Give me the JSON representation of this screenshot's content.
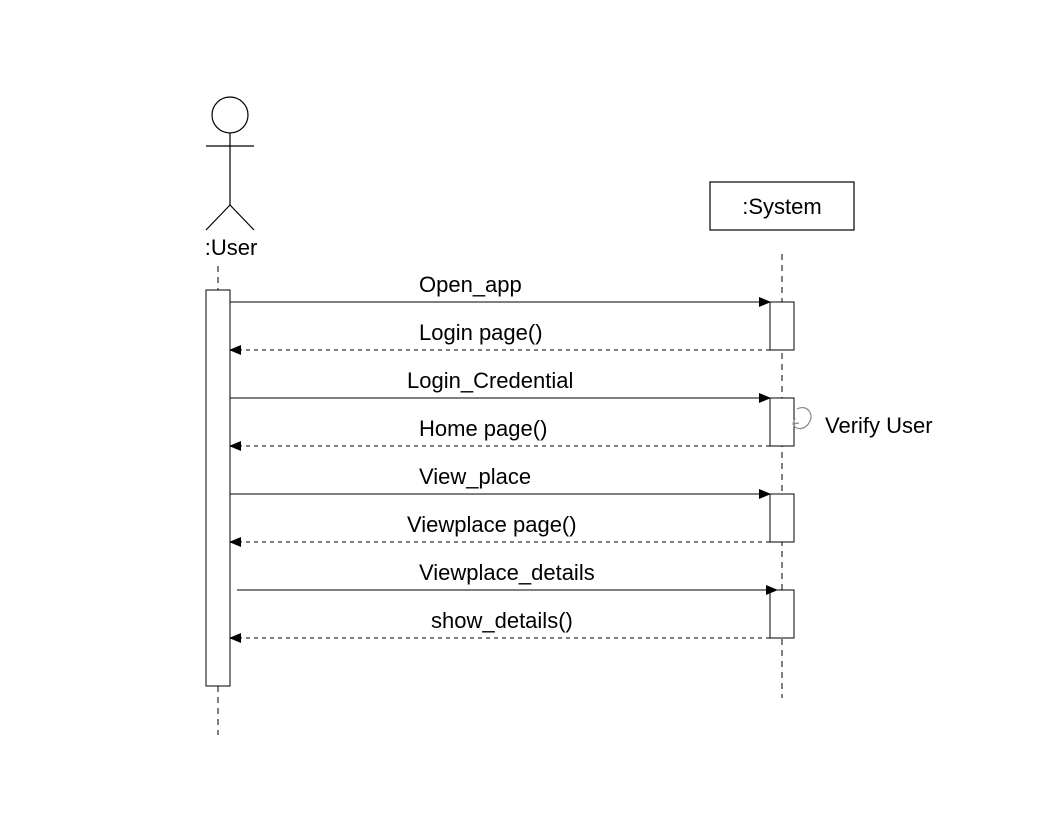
{
  "diagram": {
    "type": "sequence",
    "participants": {
      "user": {
        "label": ":User",
        "kind": "actor"
      },
      "system": {
        "label": ":System",
        "kind": "object"
      }
    },
    "messages": [
      {
        "label": "Open_app",
        "from": "user",
        "to": "system",
        "style": "sync"
      },
      {
        "label": "Login page()",
        "from": "system",
        "to": "user",
        "style": "return"
      },
      {
        "label": "Login_Credential",
        "from": "user",
        "to": "system",
        "style": "sync"
      },
      {
        "label": "Home page()",
        "from": "system",
        "to": "user",
        "style": "return"
      },
      {
        "label": "View_place",
        "from": "user",
        "to": "system",
        "style": "sync"
      },
      {
        "label": "Viewplace page()",
        "from": "system",
        "to": "user",
        "style": "return"
      },
      {
        "label": "Viewplace_details",
        "from": "user",
        "to": "system",
        "style": "sync"
      },
      {
        "label": "show_details()",
        "from": "system",
        "to": "user",
        "style": "return"
      }
    ],
    "self_message": {
      "label": "Verify User",
      "participant": "system"
    },
    "colors": {
      "line": "#000000",
      "background": "#ffffff"
    }
  }
}
